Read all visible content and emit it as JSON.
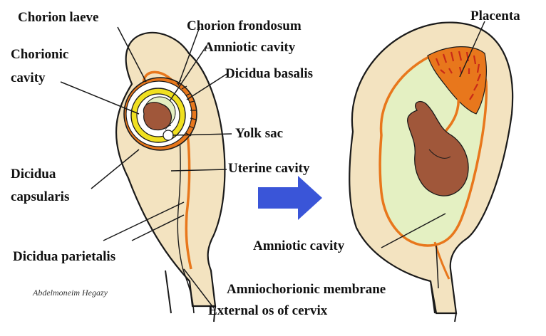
{
  "colors": {
    "uterine_wall": "#f3e3c0",
    "outline": "#1a1a1a",
    "decidua": "#e8771c",
    "amniotic_fluid": "#e4f0c2",
    "embryo": "#a0573a",
    "yolk_ring": "#f0e020",
    "arrow": "#3a55d8",
    "placenta_villi": "#c82a18"
  },
  "icons": {
    "transition_arrow": "right-arrow-icon"
  },
  "labels": {
    "chorion_laeve": "Chorion laeve",
    "chorion_frondosum": "Chorion frondosum",
    "amniotic_cavity_left": "Amniotic cavity",
    "chorionic_cavity_line1": "Chorionic",
    "chorionic_cavity_line2": "cavity",
    "decidua_basalis": "Dicidua basalis",
    "yolk_sac": "Yolk sac",
    "uterine_cavity": "Uterine cavity",
    "decidua_capsularis_line1": "Dicidua",
    "decidua_capsularis_line2": "capsularis",
    "decidua_parietalis": "Dicidua parietalis",
    "credit": "Abdelmoneim Hegazy",
    "placenta": "Placenta",
    "amniotic_cavity_right": "Amniotic cavity",
    "amniochorionic_membrane": "Amniochorionic membrane",
    "external_os": "External os of cervix"
  }
}
